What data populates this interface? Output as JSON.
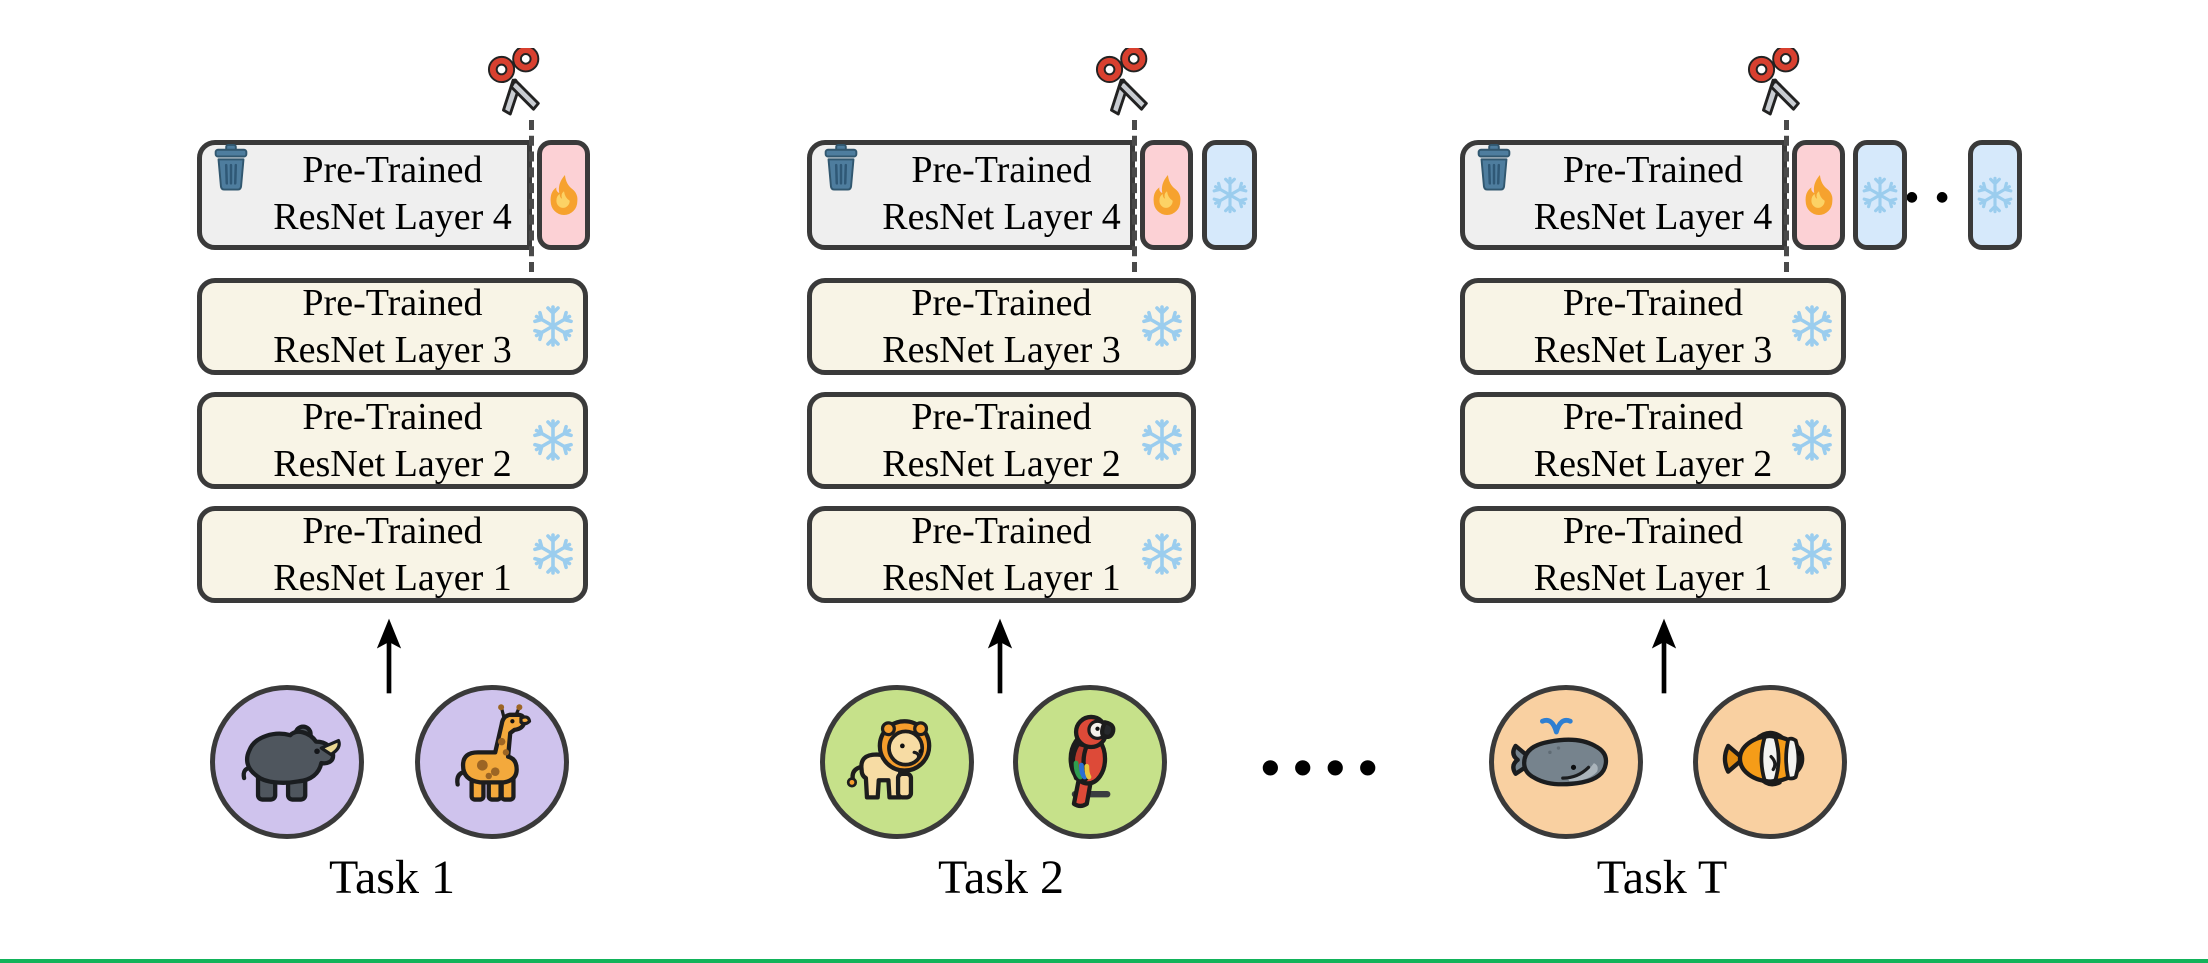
{
  "figure_type": "continual-learning ResNet diagram",
  "columns": [
    {
      "task_label": "Task 1",
      "animals": [
        "rhinoceros",
        "giraffe"
      ],
      "circle_color": "#cfc3ed",
      "layers": {
        "l4_line1": "Pre-Trained",
        "l4_line2": "ResNet Layer 4",
        "l3_line1": "Pre-Trained",
        "l3_line2": "ResNet Layer 3",
        "l2_line1": "Pre-Trained",
        "l2_line2": "ResNet Layer 2",
        "l1_line1": "Pre-Trained",
        "l1_line2": "ResNet Layer 1"
      }
    },
    {
      "task_label": "Task 2",
      "animals": [
        "lion",
        "parrot"
      ],
      "circle_color": "#c6e18a",
      "layers": {
        "l4_line1": "Pre-Trained",
        "l4_line2": "ResNet Layer 4",
        "l3_line1": "Pre-Trained",
        "l3_line2": "ResNet Layer 3",
        "l2_line1": "Pre-Trained",
        "l2_line2": "ResNet Layer 2",
        "l1_line1": "Pre-Trained",
        "l1_line2": "ResNet Layer 1"
      }
    },
    {
      "task_label": "Task T",
      "animals": [
        "whale",
        "clownfish"
      ],
      "circle_color": "#f9d0a1",
      "layers": {
        "l4_line1": "Pre-Trained",
        "l4_line2": "ResNet Layer 4",
        "l3_line1": "Pre-Trained",
        "l3_line2": "ResNet Layer 3",
        "l2_line1": "Pre-Trained",
        "l2_line2": "ResNet Layer 2",
        "l1_line1": "Pre-Trained",
        "l1_line2": "ResNet Layer 1"
      }
    }
  ],
  "ellipsis": {
    "tasks_row": "●●●●",
    "segments_row": "●●"
  },
  "icons": {
    "frozen": "snowflake-icon",
    "trainable": "fire-icon",
    "discarded": "trash-icon",
    "cut": "scissors-icon"
  },
  "colors": {
    "background": "#ffffff",
    "box_border": "#3a3a3a",
    "layer_fill": "#f8f4e6",
    "layer4_fill": "#efefef",
    "trainable_fill": "#fcd1d5",
    "frozen_fill": "#d6e9fb",
    "snowflake": "#9bcdee",
    "trash": "#4e7d9e",
    "scissors_handle": "#d8402f",
    "bottom_bar": "#12b35a"
  }
}
